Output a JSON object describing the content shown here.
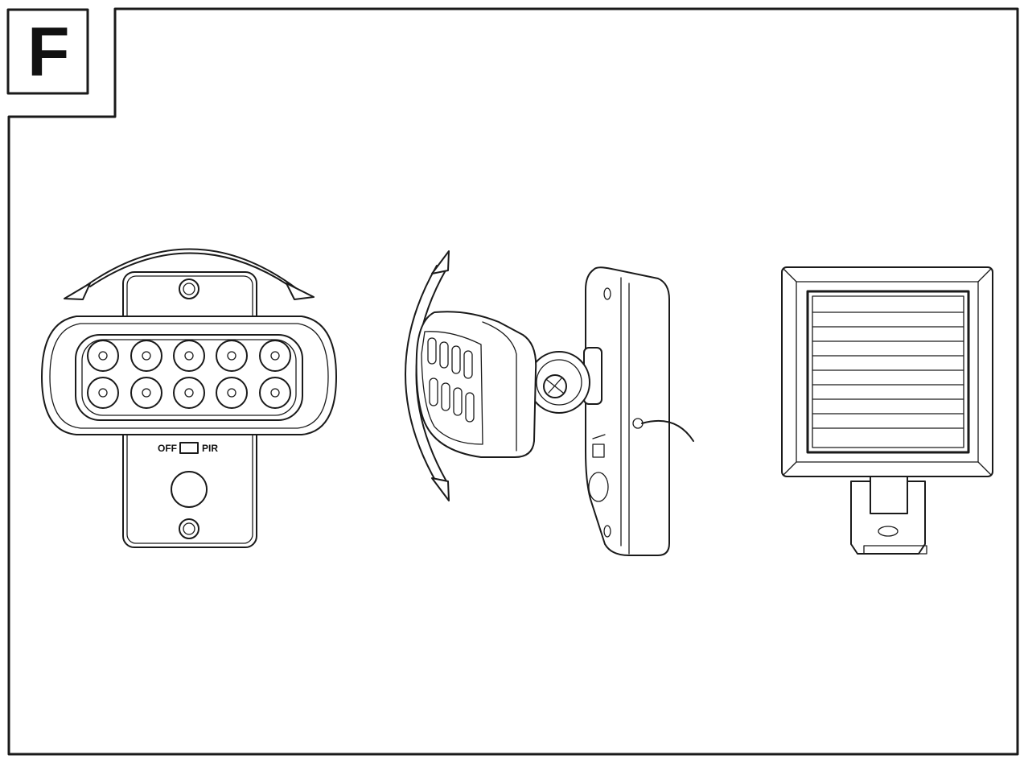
{
  "figure": {
    "label": "F"
  },
  "floodlight_front": {
    "switch_left_label": "OFF",
    "switch_right_label": "PIR"
  },
  "icons": {
    "rotate_horizontal": "curved-double-arrow-horizontal-icon",
    "tilt_vertical": "curved-double-arrow-vertical-icon"
  }
}
